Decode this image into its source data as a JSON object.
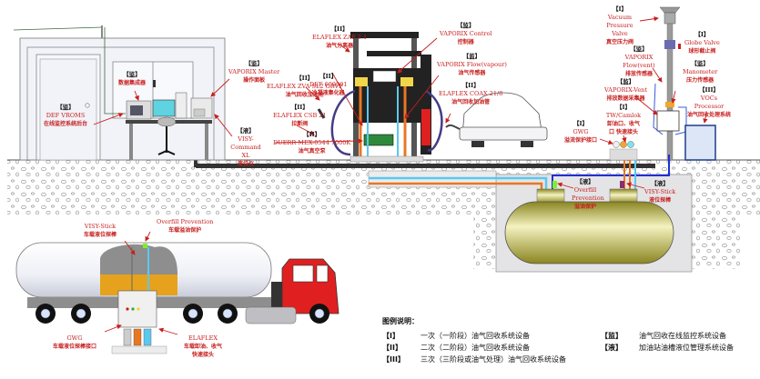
{
  "diagram": {
    "type": "gas-station-vapor-recovery-system",
    "colors": {
      "label_red": "#c81e1e",
      "ground": "#e9e9ea",
      "pipe_dark": "#333333",
      "pipe_orange": "#e87722",
      "pipe_cyan": "#5bc8f0",
      "pipe_blue": "#1f2fd8",
      "tank_olive": "#a8a43a",
      "truck_red": "#e02020",
      "fuel_amber": "#e5a020"
    }
  },
  "labels": {
    "monitor_backend": {
      "tag": "【监】",
      "en": "DEF VROMS",
      "zh": "在线监控系统后台"
    },
    "data_collector": {
      "tag": "【监】",
      "en": "",
      "zh": "数据集成器"
    },
    "vaporix_master": {
      "tag": "【监】",
      "en": "VAPORIX Master",
      "zh": "操作面板"
    },
    "visy_command": {
      "tag": "【液】",
      "en": "VISY-Command XL",
      "zh": "液位仪"
    },
    "elaflex_zva": {
      "tag": "【II】",
      "en": "ELAFLEX ZVA SL2 GRVP",
      "zh": "油气回收加油枪"
    },
    "elaflex_csb": {
      "tag": "【II】",
      "en": "ELAFLEX CSB 21",
      "zh": "拉断阀"
    },
    "duerr_pump": {
      "tag": "【II】",
      "en": "DUERR MEX-0544 7000K",
      "zh": "油气真空泵"
    },
    "elaflex_zaf": {
      "tag": "【II】",
      "en": "ELAFLEX ZAF 2.1",
      "zh": "油气分离器"
    },
    "def_cooler": {
      "tag": "【II】",
      "en": "DEF 600001",
      "zh": "冷凝液集化器"
    },
    "vaporix_control": {
      "tag": "【监】",
      "en": "VAPORIX Control",
      "zh": "控制器"
    },
    "vaporix_flow_vapour": {
      "tag": "【监】",
      "en": "VAPORIX Flow(vapour)",
      "zh": "油气传感器"
    },
    "elaflex_coax": {
      "tag": "【II】",
      "en": "ELAFLEX COAX 21/8",
      "zh": "油气回收加油管"
    },
    "vacuum_valve": {
      "tag": "【I】",
      "en": "Vacuum Pressure Valve",
      "zh": "真空压力阀"
    },
    "globe_valve": {
      "tag": "【I】",
      "en": "Globe Valve",
      "zh": "球形截止阀"
    },
    "vaporix_flow_vent": {
      "tag": "【监】",
      "en": "VAPORIX Flow(vent)",
      "zh": "排放传感器"
    },
    "manometer": {
      "tag": "【监】",
      "en": "Manometer",
      "zh": "压力传感器"
    },
    "vaporix_vent": {
      "tag": "【监】",
      "en": "VAPORIX-Vent",
      "zh": "排放数据采集器"
    },
    "vocs_processor": {
      "tag": "【III】",
      "en": "VOCs Processor",
      "zh": "油气回收处理系统"
    },
    "tw_camlok": {
      "tag": "【I】",
      "en": "TW/Camlok",
      "zh": "卸油口、收气口 快速接头"
    },
    "gwg": {
      "tag": "【I】",
      "en": "GWG",
      "zh": "溢流保护接口"
    },
    "tank_overfill": {
      "tag": "【液】",
      "en": "Overfill Prevention",
      "zh": "溢油保护"
    },
    "tank_visy_stick": {
      "tag": "【液】",
      "en": "VISY-Stick",
      "zh": "液位探棒"
    },
    "truck_visy_stick": {
      "tag": "",
      "en": "VISY-Stick",
      "zh": "车载液位探棒"
    },
    "truck_overfill": {
      "tag": "",
      "en": "Overfill Prevention",
      "zh": "车载溢油保护"
    },
    "truck_gwg": {
      "tag": "",
      "en": "GWG",
      "zh": "车载液位探棒接口"
    },
    "truck_elaflex": {
      "tag": "",
      "en": "ELAFLEX",
      "zh": "车载卸油、收气 快速接头"
    }
  },
  "legend": {
    "title": "图例说明：",
    "items": [
      {
        "key": "【I】",
        "text": "一次（一阶段）油气回收系统设备"
      },
      {
        "key": "【II】",
        "text": "二次（二阶段）油气回收系统设备"
      },
      {
        "key": "【III】",
        "text": "三次（三阶段或油气处理）油气回收系统设备"
      },
      {
        "key": "【监】",
        "text": "油气回收在线监控系统设备"
      },
      {
        "key": "【液】",
        "text": "加油站油槽液位管理系统设备"
      }
    ]
  }
}
